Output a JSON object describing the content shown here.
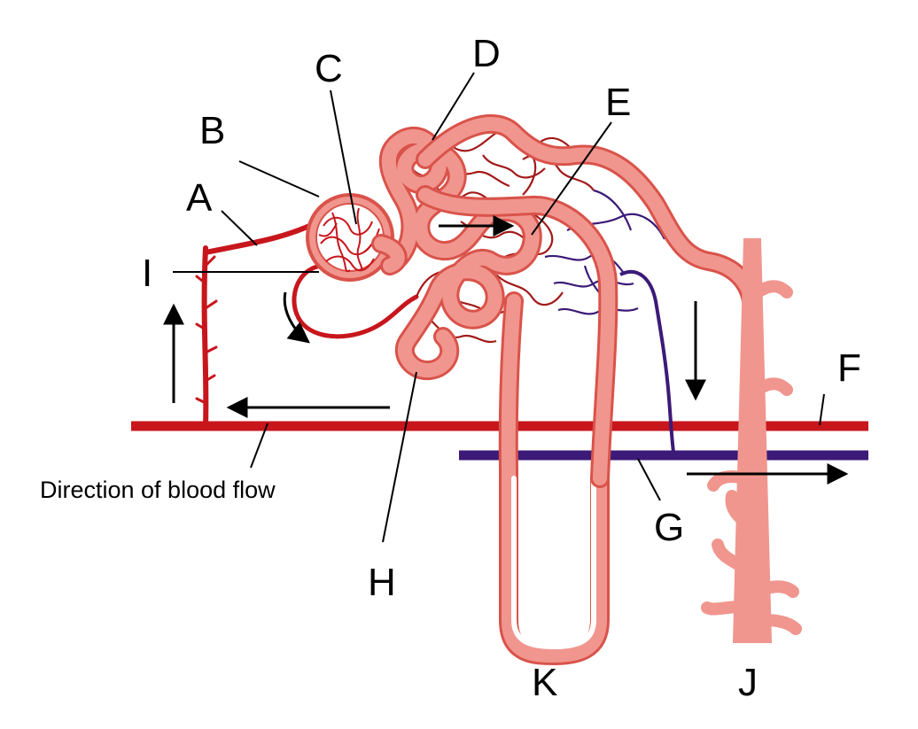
{
  "labels": {
    "A": "A",
    "B": "B",
    "C": "C",
    "D": "D",
    "E": "E",
    "F": "F",
    "G": "G",
    "H": "H",
    "I": "I",
    "J": "J",
    "K": "K"
  },
  "caption": "Direction of blood flow",
  "colors": {
    "artery": "#c8161d",
    "vein": "#3b1a78",
    "tubule_fill": "#f0968f",
    "tubule_edge": "#d9534b",
    "capillary": "#a21a1a",
    "annotation": "#000000"
  }
}
